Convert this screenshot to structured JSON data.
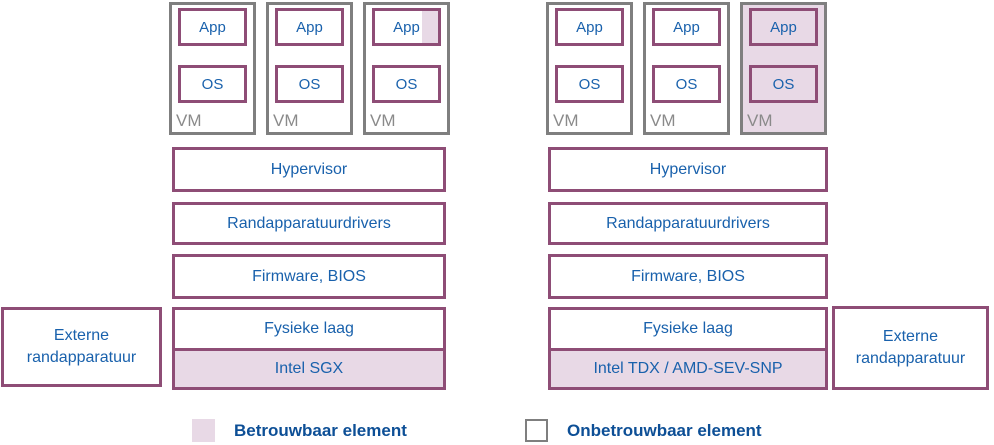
{
  "colors": {
    "box_border_maroon": "#8e4d76",
    "trusted_fill_pink": "#e8d9e6",
    "box_text_blue": "#1961ac",
    "legend_text_blue": "#0d4f96",
    "vm_border_gray": "#7f7f7f",
    "vm_label_gray": "#8a8a8a"
  },
  "left_stack": {
    "vms": [
      {
        "app": "App",
        "os": "OS",
        "label": "VM"
      },
      {
        "app": "App",
        "os": "OS",
        "label": "VM"
      },
      {
        "app": "App",
        "os": "OS",
        "label": "VM",
        "app_partially_trusted": true
      }
    ],
    "layers": {
      "hypervisor": "Hypervisor",
      "drivers": "Randapparatuurdrivers",
      "firmware": "Firmware, BIOS",
      "physical": "Fysieke laag",
      "tee": "Intel SGX"
    },
    "external": "Externe randapparatuur"
  },
  "right_stack": {
    "vms": [
      {
        "app": "App",
        "os": "OS",
        "label": "VM"
      },
      {
        "app": "App",
        "os": "OS",
        "label": "VM"
      },
      {
        "app": "App",
        "os": "OS",
        "label": "VM",
        "trusted": true
      }
    ],
    "layers": {
      "hypervisor": "Hypervisor",
      "drivers": "Randapparatuurdrivers",
      "firmware": "Firmware, BIOS",
      "physical": "Fysieke laag",
      "tee": "Intel TDX / AMD-SEV-SNP"
    },
    "external": "Externe randapparatuur"
  },
  "legend": {
    "trusted_label": "Betrouwbaar element",
    "untrusted_label": "Onbetrouwbaar element"
  }
}
